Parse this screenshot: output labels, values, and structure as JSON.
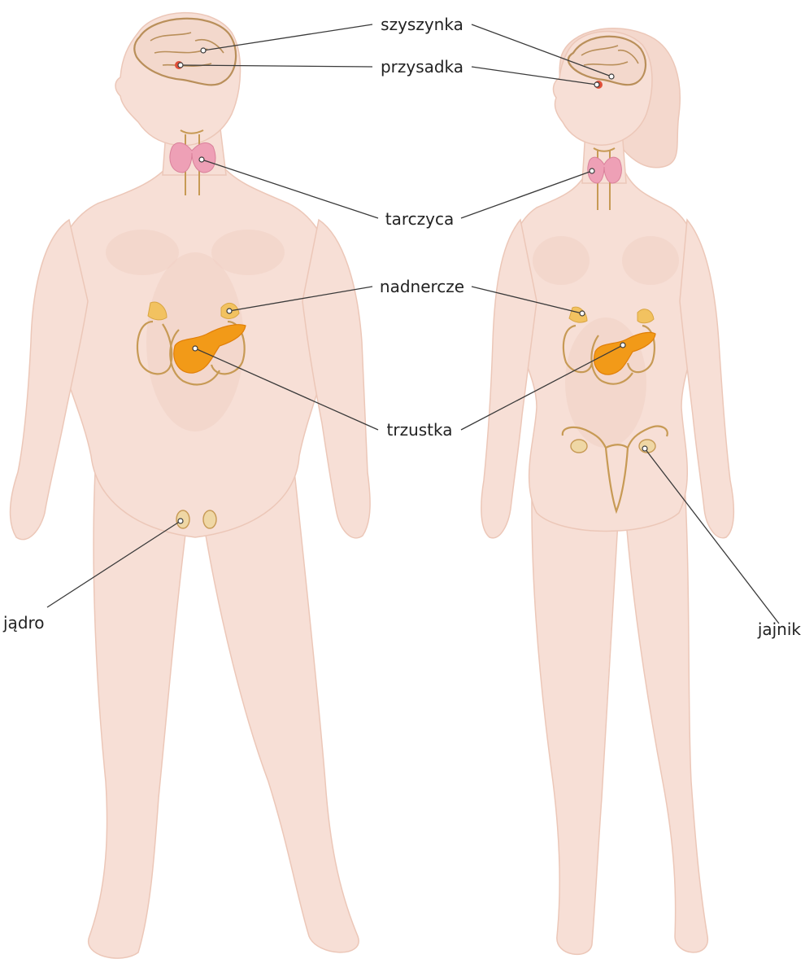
{
  "labels": {
    "pineal": "szyszynka",
    "pituitary": "przysadka",
    "thyroid": "tarczyca",
    "adrenal": "nadnercze",
    "pancreas": "trzustka",
    "testis": "jądro",
    "ovary": "jajnik"
  },
  "colors": {
    "skin": "#f7dfd6",
    "thyroid": "#eea0b6",
    "pituitary": "#e0503a",
    "adrenal": "#f2c260",
    "pancreas": "#f29a18",
    "outline": "#c79a55"
  }
}
